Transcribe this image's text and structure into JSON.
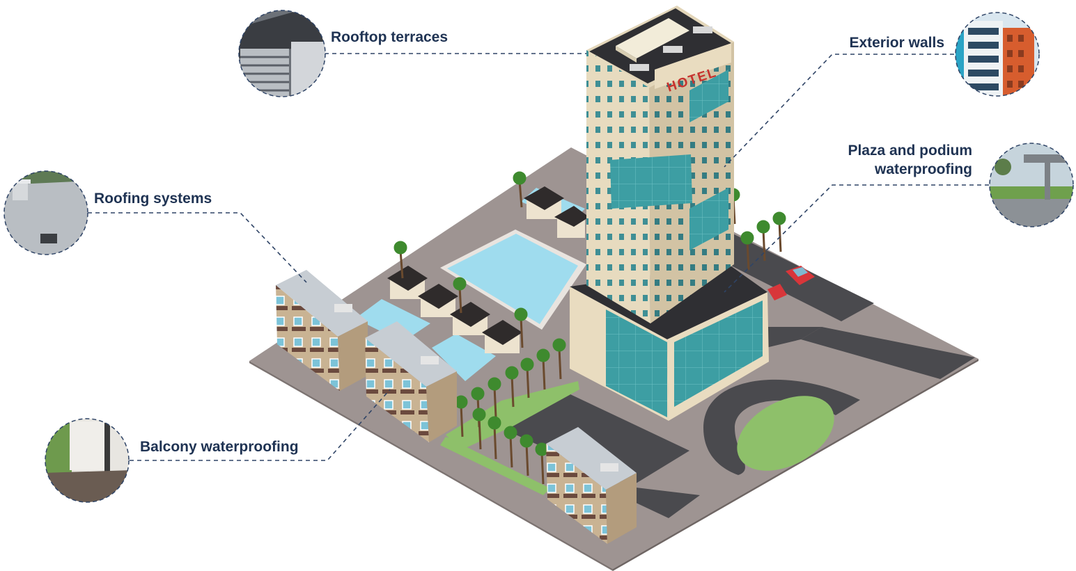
{
  "hotel_sign": "HOTEL",
  "callouts": {
    "rooftop_terraces": "Rooftop terraces",
    "exterior_walls": "Exterior walls",
    "roofing_systems": "Roofing systems",
    "plaza_podium_line1": "Plaza and podium",
    "plaza_podium_line2": "waterproofing",
    "balcony_waterproofing": "Balcony waterproofing"
  },
  "colors": {
    "label_text": "#1f3353",
    "leader_line": "#2f4466",
    "ground": "#9e9492",
    "road": "#4a4a4e",
    "pool": "#9fdcee",
    "lawn": "#8ec06a",
    "facade": "#e9dcc0",
    "glass": "#3d9ea3",
    "hotel_sign": "#c7322e"
  }
}
